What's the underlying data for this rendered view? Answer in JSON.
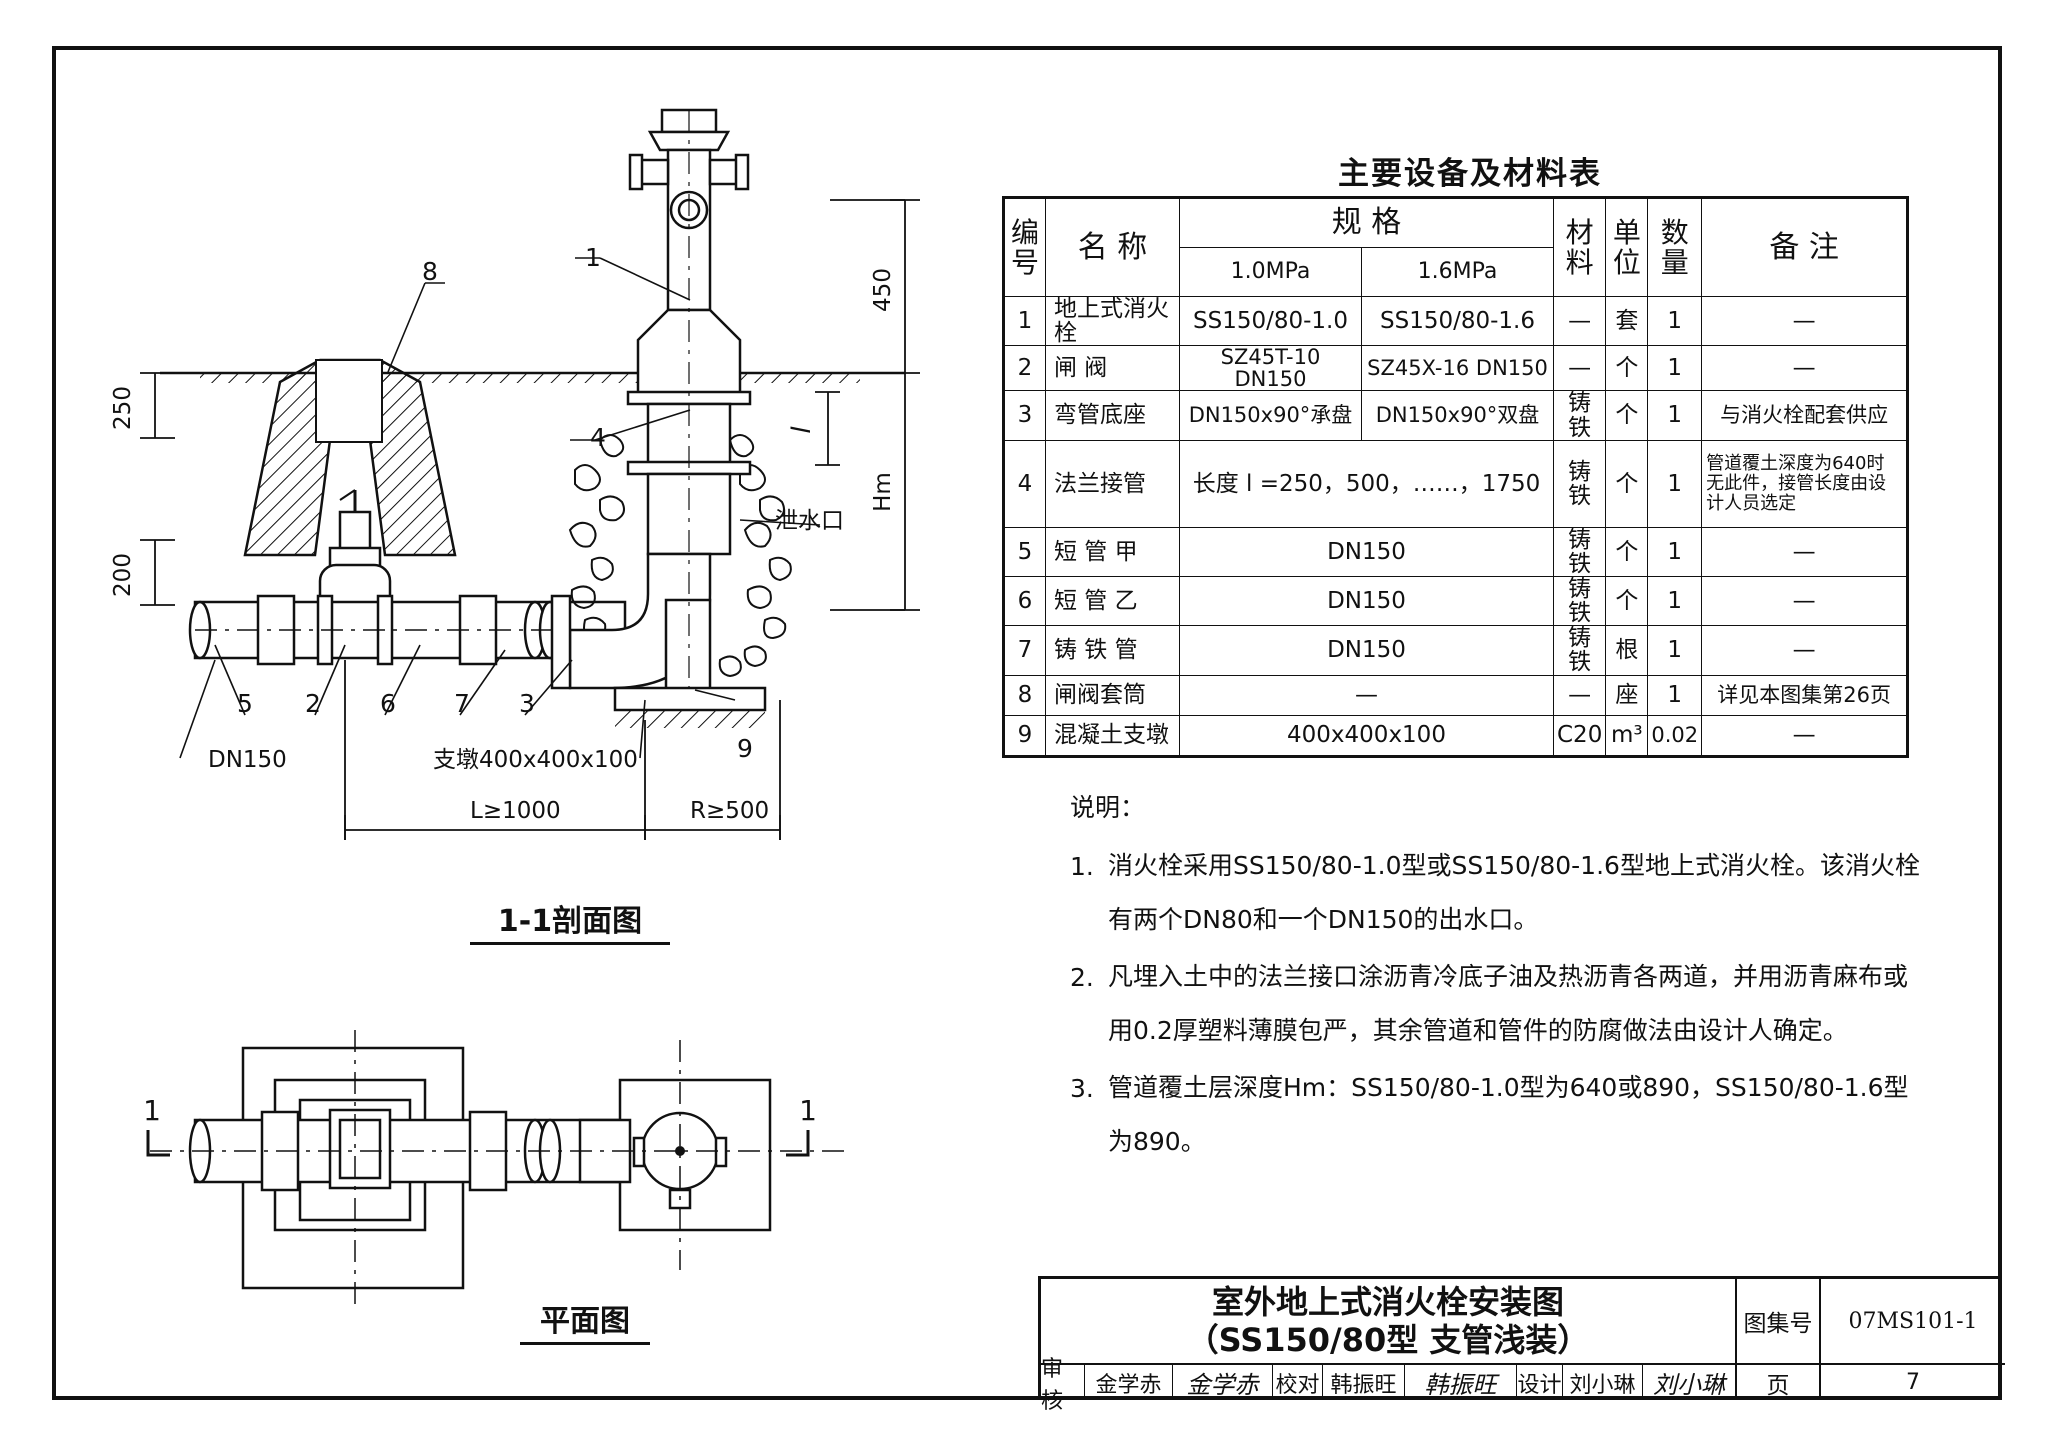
{
  "section_view": {
    "title": "1-1剖面图",
    "callouts": [
      "1",
      "2",
      "3",
      "4",
      "5",
      "6",
      "7",
      "8",
      "9"
    ],
    "dims": {
      "d250": "250",
      "d200": "200",
      "d450": "450",
      "dl": "l",
      "hm": "Hm",
      "dn150": "DN150",
      "pier": "支墩400x400x100",
      "l_min": "L≥1000",
      "r_min": "R≥500"
    },
    "drain_label": "泄水口"
  },
  "plan_view": {
    "title": "平面图",
    "cut_left": "1",
    "cut_right": "1"
  },
  "equipment_table": {
    "title": "主要设备及材料表",
    "headers": {
      "no": "编号",
      "name": "名 称",
      "spec": "规 格",
      "spec_a": "1.0MPa",
      "spec_b": "1.6MPa",
      "material": "材料",
      "unit": "单位",
      "qty": "数量",
      "note": "备 注"
    },
    "rows": [
      {
        "no": "1",
        "name": "地上式消火栓",
        "spec_a": "SS150/80-1.0",
        "spec_b": "SS150/80-1.6",
        "material": "—",
        "unit": "套",
        "qty": "1",
        "note": "—"
      },
      {
        "no": "2",
        "name": "闸 阀",
        "spec_a": "SZ45T-10 DN150",
        "spec_b": "SZ45X-16 DN150",
        "material": "—",
        "unit": "个",
        "qty": "1",
        "note": "—"
      },
      {
        "no": "3",
        "name": "弯管底座",
        "spec_a": "DN150x90°承盘",
        "spec_b": "DN150x90°双盘",
        "material": "铸铁",
        "unit": "个",
        "qty": "1",
        "note": "与消火栓配套供应"
      },
      {
        "no": "4",
        "name": "法兰接管",
        "spec": "长度 l =250，500，……，1750",
        "material": "铸铁",
        "unit": "个",
        "qty": "1",
        "note": "管道覆土深度为640时无此件，接管长度由设计人员选定"
      },
      {
        "no": "5",
        "name": "短 管 甲",
        "spec": "DN150",
        "material": "铸铁",
        "unit": "个",
        "qty": "1",
        "note": "—"
      },
      {
        "no": "6",
        "name": "短 管 乙",
        "spec": "DN150",
        "material": "铸铁",
        "unit": "个",
        "qty": "1",
        "note": "—"
      },
      {
        "no": "7",
        "name": "铸 铁 管",
        "spec": "DN150",
        "material": "铸铁",
        "unit": "根",
        "qty": "1",
        "note": "—"
      },
      {
        "no": "8",
        "name": "闸阀套筒",
        "spec": "—",
        "material": "—",
        "unit": "座",
        "qty": "1",
        "note": "详见本图集第26页"
      },
      {
        "no": "9",
        "name": "混凝土支墩",
        "spec": "400x400x100",
        "material": "C20",
        "unit": "m³",
        "qty": "0.02",
        "note": "—"
      }
    ]
  },
  "notes": {
    "heading": "说明：",
    "items": [
      {
        "num": "1.",
        "text": "消火栓采用SS150/80-1.0型或SS150/80-1.6型地上式消火栓。该消火栓有两个DN80和一个DN150的出水口。"
      },
      {
        "num": "2.",
        "text": "凡埋入土中的法兰接口涂沥青冷底子油及热沥青各两道，并用沥青麻布或用0.2厚塑料薄膜包严，其余管道和管件的防腐做法由设计人确定。"
      },
      {
        "num": "3.",
        "text": "管道覆土层深度Hm：SS150/80-1.0型为640或890，SS150/80-1.6型为890。"
      }
    ]
  },
  "title_block": {
    "title_line1": "室外地上式消火栓安装图",
    "title_line2": "（SS150/80型 支管浅装）",
    "atlas_label": "图集号",
    "atlas_no": "07MS101-1",
    "review_label": "审核",
    "review_name": "金学赤",
    "review_sig": "金学赤",
    "check_label": "校对",
    "check_name": "韩振旺",
    "check_sig": "韩振旺",
    "design_label": "设计",
    "design_name": "刘小琳",
    "design_sig": "刘小琳",
    "page_label": "页",
    "page_no": "7"
  }
}
